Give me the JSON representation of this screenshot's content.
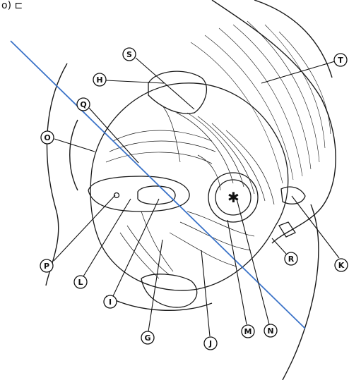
{
  "diagram": {
    "corner_marks": "o) ⊏",
    "asterisk": "✱",
    "labels": {
      "T": "T",
      "S": "S",
      "H": "H",
      "Q": "Q",
      "O": "O",
      "P": "P",
      "L": "L",
      "I": "I",
      "G": "G",
      "J": "J",
      "M": "M",
      "N": "N",
      "R": "R",
      "K": "K"
    }
  },
  "colors": {
    "ink": "#1a1a1a",
    "guide_line": "#3b73c8"
  }
}
